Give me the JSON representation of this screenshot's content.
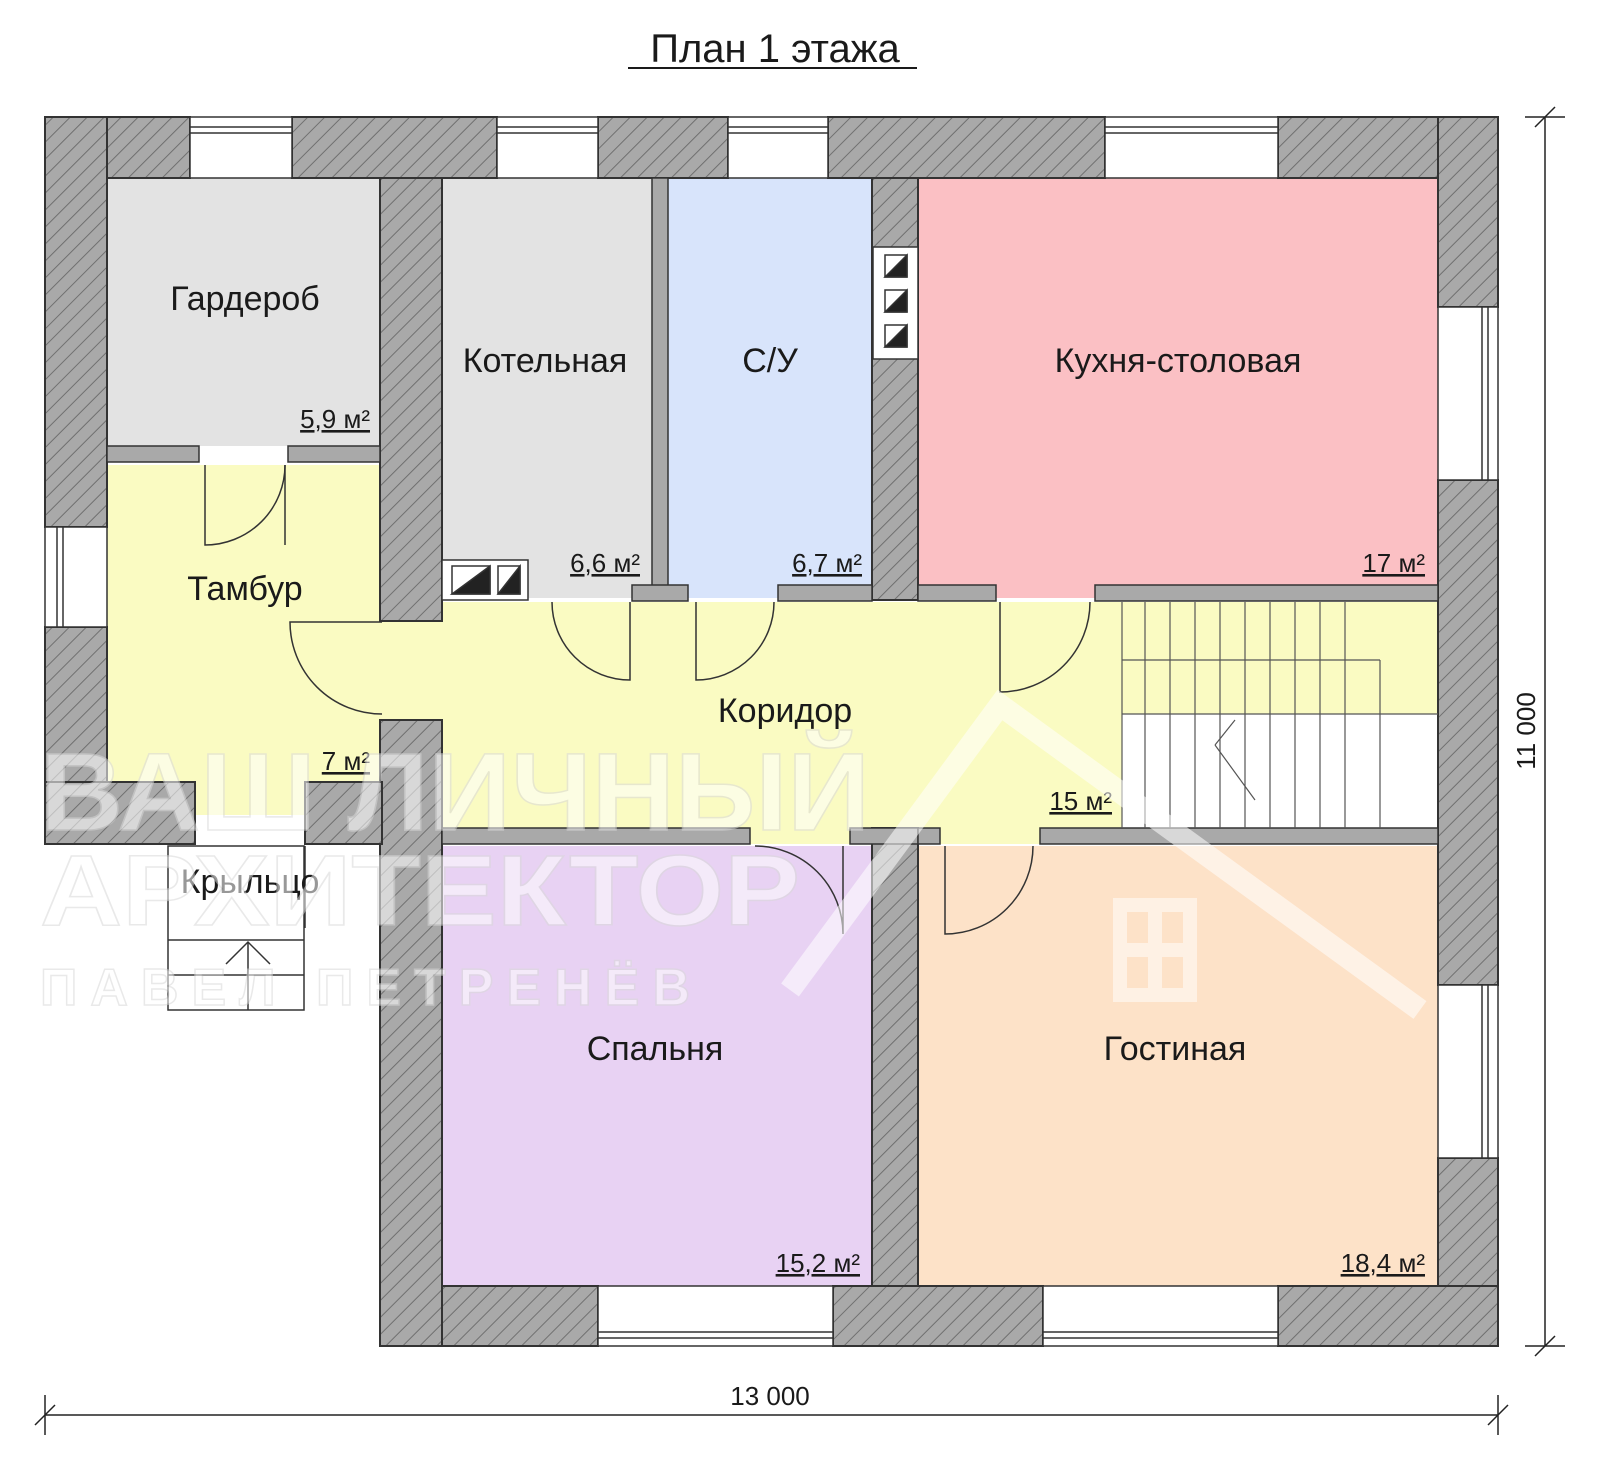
{
  "title": "План 1 этажа",
  "rooms": [
    {
      "id": "garderob",
      "name": "Гардероб",
      "area": "5,9 м²",
      "color": "#e3e3e3"
    },
    {
      "id": "kotelnaya",
      "name": "Котельная",
      "area": "6,6 м²",
      "color": "#e3e3e3"
    },
    {
      "id": "su",
      "name": "С/У",
      "area": "6,7 м²",
      "color": "#d8e4fb"
    },
    {
      "id": "kitchen",
      "name": "Кухня-столовая",
      "area": "17 м²",
      "color": "#fbc0c4"
    },
    {
      "id": "tambur",
      "name": "Тамбур",
      "area": "7 м²",
      "color": "#fafbc2"
    },
    {
      "id": "corridor",
      "name": "Коридор",
      "area": "15 м²",
      "color": "#fafbc2"
    },
    {
      "id": "porch",
      "name": "Крыльцо",
      "area": "",
      "color": "#ffffff"
    },
    {
      "id": "bedroom",
      "name": "Спальня",
      "area": "15,2 м²",
      "color": "#e8d2f3"
    },
    {
      "id": "living",
      "name": "Гостиная",
      "area": "18,4 м²",
      "color": "#fde2c8"
    }
  ],
  "dimensions": {
    "width": "13 000",
    "height": "11 000"
  },
  "watermark": {
    "line1": "ВАШ ЛИЧНЫЙ",
    "line2": "АРХИТЕКТОР",
    "line3": "ПАВЕЛ ПЕТРЕНЁВ"
  },
  "colors": {
    "wall_fill": "#a8a8a8",
    "wall_hatch": "#6a6a6a",
    "outline": "#222222"
  }
}
